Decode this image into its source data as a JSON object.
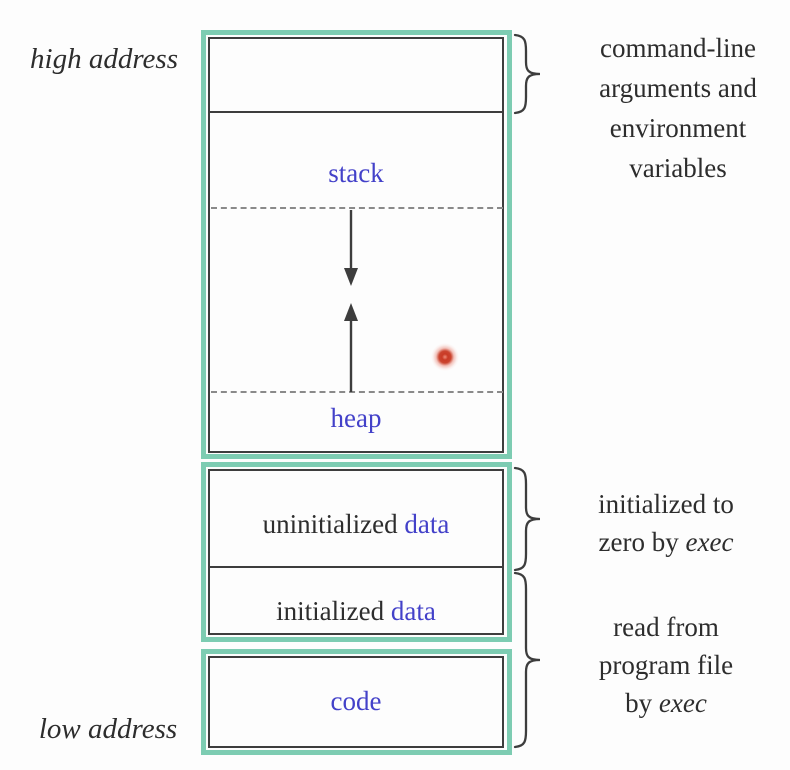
{
  "colors": {
    "background": "#fdfdfd",
    "teal": "#7dccb2",
    "line": "#3d3d3d",
    "text": "#2d2d2d",
    "blue": "#4341c9",
    "dash": "#8a8a8a",
    "laser": "#c93a25"
  },
  "address_labels": {
    "high": "high address",
    "low": "low address"
  },
  "memory_map": {
    "stack_label": "stack",
    "heap_label": "heap",
    "uninitialized_prefix": "uninitialized ",
    "initialized_prefix": "initialized ",
    "data_word": "data",
    "code_label": "code"
  },
  "annotations": {
    "args": {
      "lines": [
        "command-line",
        "arguments and",
        "environment",
        "variables"
      ]
    },
    "bss": {
      "line1": "initialized to",
      "line2_prefix": "zero by ",
      "line2_italic": "exec"
    },
    "text_segment": {
      "line1": "read from",
      "line2": "program file",
      "line3_prefix": "by ",
      "line3_italic": "exec"
    }
  }
}
